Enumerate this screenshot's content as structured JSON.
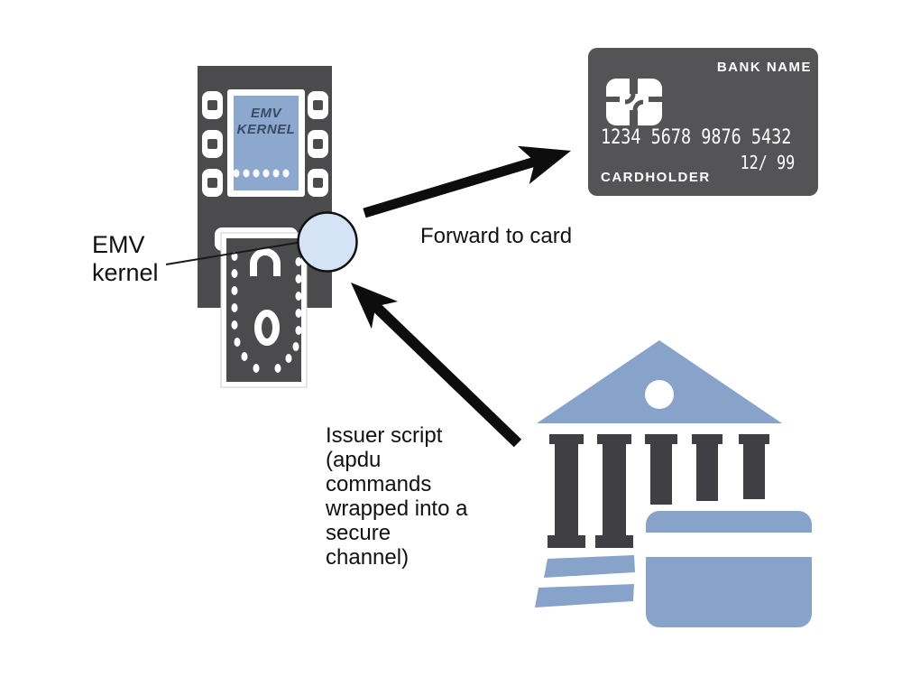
{
  "terminal": {
    "screen_text": "EMV\nKERNEL"
  },
  "labels": {
    "emv_kernel": "EMV\nkernel",
    "forward_to_card": "Forward to card",
    "issuer_script": "Issuer script\n(apdu\ncommands\nwrapped into a\nsecure\nchannel)"
  },
  "card": {
    "bank_name": "BANK NAME",
    "number": "1234 5678 9876 5432",
    "expiry": "12/ 99",
    "cardholder": "CARDHOLDER"
  },
  "colors": {
    "background": "#ffffff",
    "device_dark": "#4b4b4d",
    "card_dark": "#545456",
    "screen_blue": "#8ca8cf",
    "screen_text": "#3a4a63",
    "bank_blue": "#87a3c9",
    "column_dark": "#3f3f44",
    "kernel_circle_fill": "#d4e3f5",
    "arrow_black": "#0d0d0d"
  },
  "icons": {
    "terminal": "payment-terminal-icon",
    "credit_card": "credit-card-icon",
    "bank": "bank-icon",
    "kernel_circle": "emv-kernel-circle"
  }
}
